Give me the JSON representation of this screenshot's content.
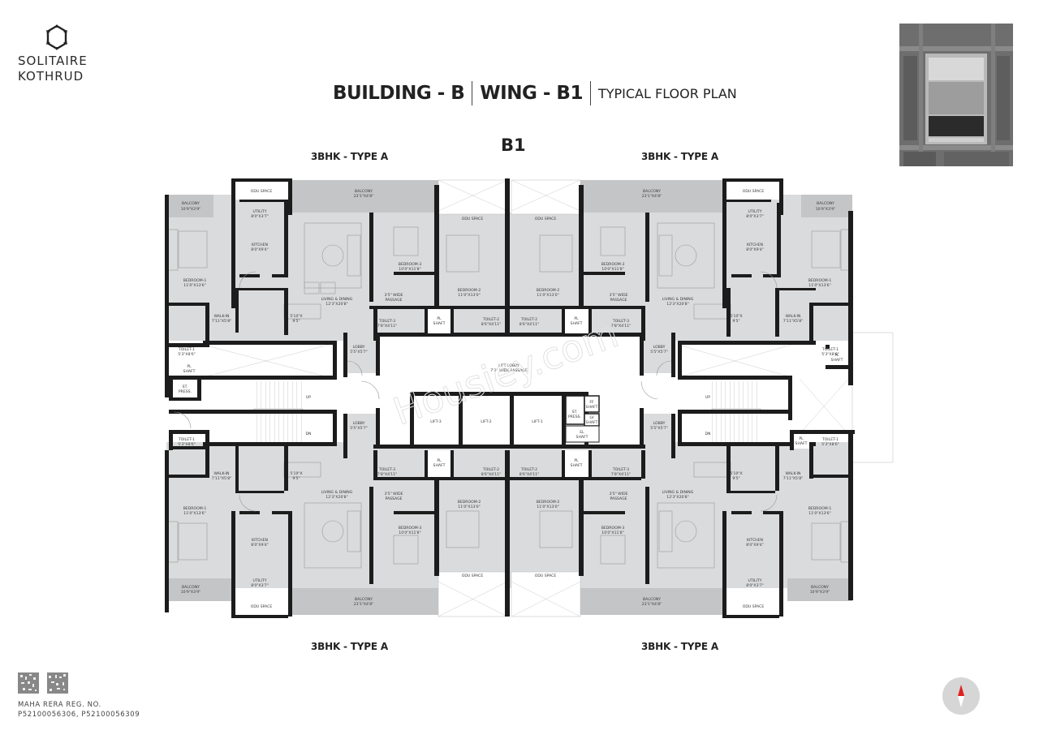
{
  "brand": {
    "line1": "SOLITAIRE",
    "line2": "KOTHRUD",
    "logo_icon": "hexagon-star-logo-icon"
  },
  "header": {
    "building": "BUILDING - B",
    "wing": "WING - B1",
    "plan_type": "TYPICAL FLOOR PLAN",
    "wing_label": "B1"
  },
  "units": {
    "top_left": "3BHK - TYPE A",
    "top_right": "3BHK - TYPE A",
    "bottom_left": "3BHK - TYPE A",
    "bottom_right": "3BHK - TYPE A"
  },
  "key_plan": {
    "icon": "aerial-key-plan-image"
  },
  "watermark": "Housiey.com",
  "rooms": {
    "tl": {
      "odu": "ODU SPACE",
      "balcony1": [
        "BALCONY",
        "10'9\"X3'9\""
      ],
      "utility": [
        "UTILITY",
        "8'0\"X3'7\""
      ],
      "kitchen": [
        "KITCHEN",
        "8'0\"X9'4\""
      ],
      "bedroom1": [
        "BEDROOM-1",
        "11'0\"X13'6\""
      ],
      "balcony2": [
        "BALCONY",
        "23'1\"X4'8\""
      ],
      "living": [
        "LIVING & DINING",
        "12'3\"X20'8\""
      ],
      "walkin": [
        "WALK-IN",
        "7'11\"X5'8\""
      ],
      "nook": [
        "5'10\"X",
        "9'5\""
      ],
      "toilet1": [
        "TOILET-1",
        "5'3\"X8'6\""
      ],
      "bedroom3": [
        "BEDROOM-3",
        "10'0\"X11'8\""
      ],
      "bedroom2": [
        "BEDROOM-2",
        "11'0\"X13'0\""
      ],
      "passage": [
        "3'5\" WIDE",
        "PASSAGE"
      ],
      "toilet3": [
        "TOILET-3",
        "7'8\"X4'11\""
      ],
      "toilet2": [
        "TOILET-2",
        "8'6\"X4'11\""
      ],
      "lobby": [
        "LOBBY",
        "5'5\"X5'7\""
      ]
    },
    "core": {
      "odu_left": "ODU SPACE",
      "odu_right": "ODU SPACE",
      "pl_shaft": [
        "PL",
        "SHAFT"
      ],
      "lift_lobby": [
        "LIFT LOBBY",
        "7'3\" WIDE PASSAGE"
      ],
      "lift3": "LIFT-3",
      "lift2": "LIFT-2",
      "lift1": "LIFT-1",
      "st_press": [
        "ST.",
        "PRESS."
      ],
      "ff_shaft": [
        "FF",
        "SHAFT"
      ],
      "lv_shaft": [
        "LV",
        "SHAFT"
      ],
      "el_shaft": [
        "EL",
        "SHAFT"
      ],
      "stair_up": "UP",
      "stair_dn": "DN"
    }
  },
  "footer": {
    "rera_label": "MAHA RERA REG. NO.",
    "rera_numbers": "P52100056306, P52100056309",
    "qr_codes": [
      "qr-code-1",
      "qr-code-2"
    ],
    "compass_icon": "north-compass-icon"
  },
  "colors": {
    "wall": "#1c1c1c",
    "room_fill": "#d9dadb",
    "balcony_fill": "#c4c5c6",
    "compass_red": "#e02020",
    "compass_bg": "#d6d6d6"
  }
}
